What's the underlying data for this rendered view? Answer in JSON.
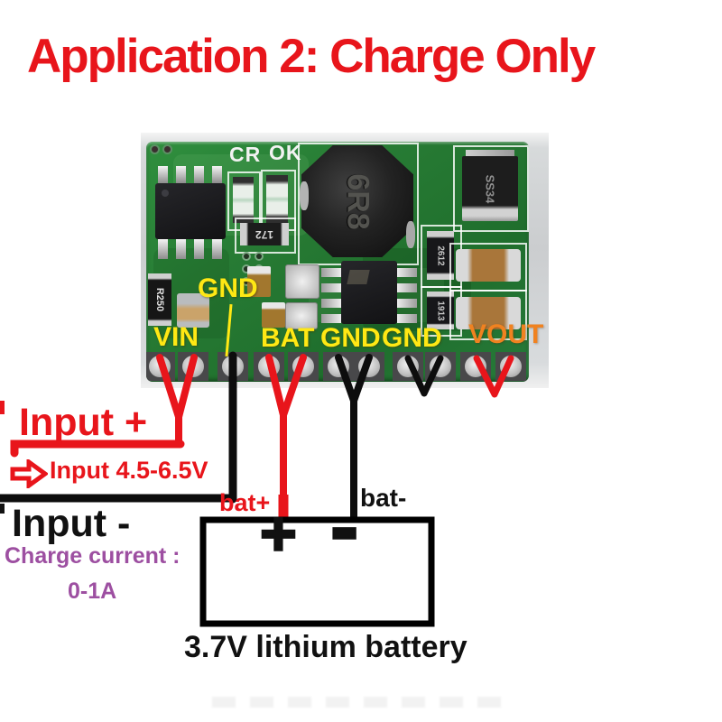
{
  "title": {
    "text": "Application 2: Charge Only"
  },
  "colors": {
    "accent_red": "#e8151b",
    "label_yellow": "#ffe814",
    "vout_orange": "#f08220",
    "note_purple": "#9d4fa1",
    "board_green": "#278034"
  },
  "board": {
    "silkscreen": {
      "cr": "CR",
      "ok": "OK"
    },
    "markings": {
      "inductor": "6R8",
      "diode": "SS34",
      "resistor_left": "R250",
      "resistor_mid": "172",
      "resistor_right_top": "2612",
      "resistor_right_bottom": "1913"
    },
    "pins": {
      "gnd_pointer": "GND",
      "vin": "VIN",
      "bat": "BAT",
      "gnd_a": "GND",
      "gnd_b": "GND",
      "vout": "VOUT"
    }
  },
  "annotations": {
    "input_plus": "Input +",
    "input_range": "Input 4.5-6.5V",
    "input_minus": "Input -",
    "charge_current_label": "Charge current :",
    "charge_current_value": "0-1A",
    "bat_plus": "bat+",
    "bat_minus": "bat-",
    "battery_plus_symbol": "+",
    "battery_minus_symbol": "-",
    "battery_label": "3.7V lithium battery"
  }
}
